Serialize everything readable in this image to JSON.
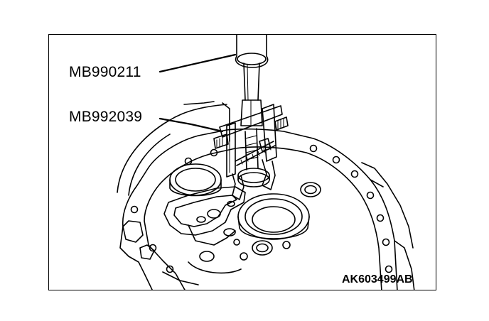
{
  "callouts": {
    "tool_1": "MB990211",
    "tool_2": "MB992039"
  },
  "figure_code": "AK603499AB"
}
